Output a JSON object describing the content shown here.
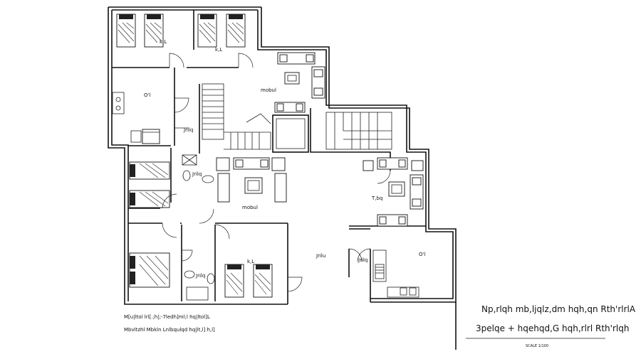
{
  "rooms": {
    "bed1": "k,L",
    "bed2": "k,L",
    "lounge1": "mobul",
    "kitchen1": "O'l",
    "lift1": "Jrilq",
    "lift2": "Jrilq",
    "lounge2": "mobul",
    "tv": "T,bq",
    "bed3": "k,L",
    "lift3": "Jrilq",
    "hall": "Jrilu",
    "lift4": "Jrilq",
    "kitchen2": "O'l"
  },
  "notes": {
    "line1": "M[u|ltol  lrl[.;h|;-7ledh]ml;l  hq|ltol]L",
    "line2": "Mbvltzhl  Mbkln  Lnlbqulqd  hq|lt,l]  h,l]"
  },
  "title": {
    "line1": "Np,rlqh  mb,ljqlz,dm  hqh,qn  Rth'rlrlA  qtvA''ol",
    "line2": "3pelqe  +  hqehqd,G  hqh,rlrl  Rth'rlqh"
  },
  "scale": "SCALE 1/100"
}
